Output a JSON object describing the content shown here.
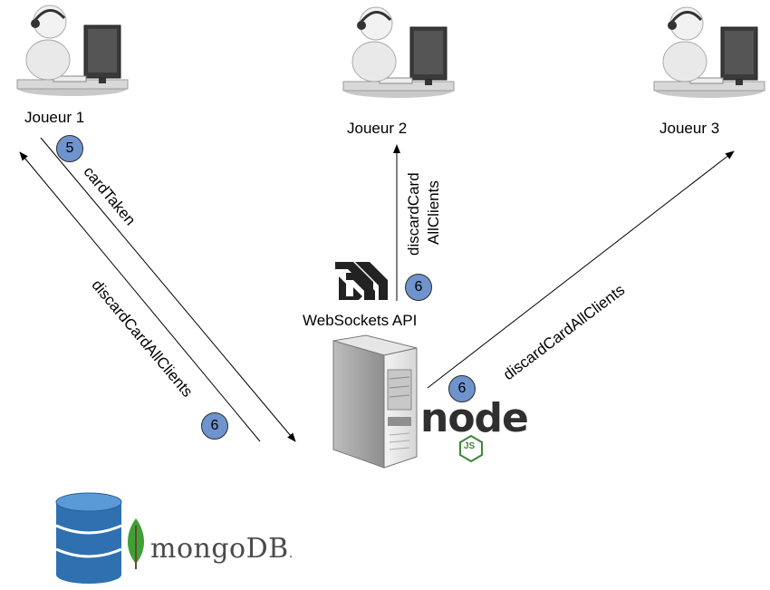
{
  "players": [
    {
      "label": "Joueur 1"
    },
    {
      "label": "Joueur 2"
    },
    {
      "label": "Joueur 3"
    }
  ],
  "server": {
    "api_label": "WebSockets API",
    "runtime": "node",
    "runtime_badge": "JS"
  },
  "database": {
    "name_main": "mongo",
    "name_suffix": "DB",
    "mark": "."
  },
  "edges": {
    "card_taken": {
      "label": "cardTaken",
      "step": "5"
    },
    "discard_to_p1": {
      "label": "discardCardAllClients",
      "step": "6"
    },
    "discard_to_p2": {
      "line1": "discardCard",
      "line2": "AllClients",
      "step": "6"
    },
    "discard_to_p3": {
      "label": "discardCardAllClients",
      "step": "6"
    }
  },
  "colors": {
    "badge": "#6f93cc",
    "edge": "#000000",
    "db_blue": "#3d7fbf",
    "leaf_green": "#3fa037"
  }
}
